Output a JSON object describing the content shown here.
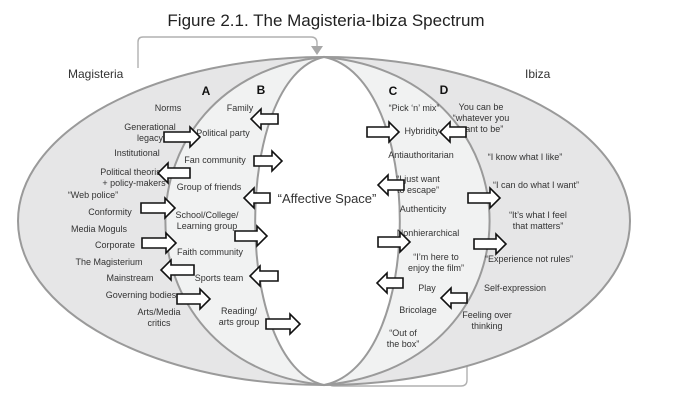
{
  "figure": {
    "title": "Figure 2.1. The Magisteria-Ibiza Spectrum",
    "left_pole": "Magisteria",
    "right_pole": "Ibiza",
    "center_label": "“Affective Space”",
    "zones": {
      "a": "A",
      "b": "B",
      "c": "C",
      "d": "D"
    },
    "colors": {
      "outer_fill": "#e6e6e7",
      "inner_band_fill": "#f1f2f2",
      "center_fill": "#ffffff",
      "outline": "#9a9a9a",
      "cycle_arrow": "#b0b0b0"
    },
    "zone_a_items": [
      [
        "Norms"
      ],
      [
        "Generational",
        "legacy"
      ],
      [
        "Institutional"
      ],
      [
        "Political theorists",
        "+ policy-makers"
      ],
      [
        "“Web police”"
      ],
      [
        "Conformity"
      ],
      [
        "Media Moguls"
      ],
      [
        "Corporate"
      ],
      [
        "The Magisterium"
      ],
      [
        "Mainstream"
      ],
      [
        "Governing bodies"
      ],
      [
        "Arts/Media",
        "critics"
      ]
    ],
    "zone_b_items": [
      [
        "Family"
      ],
      [
        "Political party"
      ],
      [
        "Fan community"
      ],
      [
        "Group of friends"
      ],
      [
        "School/College/",
        "Learning group"
      ],
      [
        "Faith community"
      ],
      [
        "Sports team"
      ],
      [
        "Reading/",
        "arts group"
      ]
    ],
    "zone_c_items": [
      [
        "“Pick ‘n’ mix”"
      ],
      [
        "Hybridity"
      ],
      [
        "Antiauthoritarian"
      ],
      [
        "“I just want",
        "to escape”"
      ],
      [
        "Authenticity"
      ],
      [
        "Nonhierarchical"
      ],
      [
        "“I’m here to",
        "enjoy the film”"
      ],
      [
        "Play"
      ],
      [
        "Bricolage"
      ],
      [
        "“Out of",
        "the box”"
      ]
    ],
    "zone_d_items": [
      [
        "You can be",
        "“whatever you",
        "want to be”"
      ],
      [
        "“I know what I like”"
      ],
      [
        "“I can do what I want”"
      ],
      [
        "“It’s what I feel",
        "that matters”"
      ],
      [
        "“Experience not rules”"
      ],
      [
        "Self-expression"
      ],
      [
        "Feeling over",
        "thinking"
      ]
    ],
    "arrows": [
      {
        "between": "Generational legacy → Political party",
        "direction": "right"
      },
      {
        "between": "Political theorists ← Fan community",
        "direction": "left"
      },
      {
        "between": "Conformity → School/College",
        "direction": "right"
      },
      {
        "between": "Corporate → Faith community",
        "direction": "right"
      },
      {
        "between": "Mainstream ← Sports team",
        "direction": "left"
      },
      {
        "between": "Governing bodies → Reading/arts group",
        "direction": "right"
      },
      {
        "between": "Family ← Affective Space",
        "direction": "left"
      },
      {
        "between": "Fan community → Affective Space",
        "direction": "right"
      },
      {
        "between": "Group of friends ← Affective Space",
        "direction": "left"
      },
      {
        "between": "Learning group → Affective Space",
        "direction": "right"
      },
      {
        "between": "Sports team ← Affective Space",
        "direction": "left"
      },
      {
        "between": "Reading/arts group → Affective Space",
        "direction": "right"
      },
      {
        "between": "Affective Space → Hybridity",
        "direction": "right"
      },
      {
        "between": "Affective Space ← I just want to escape",
        "direction": "left"
      },
      {
        "between": "Affective Space → Nonhierarchical",
        "direction": "right"
      },
      {
        "between": "Affective Space ← Play",
        "direction": "left"
      },
      {
        "between": "Hybridity ← whatever you want to be",
        "direction": "left"
      },
      {
        "between": "Authenticity → I can do what I want",
        "direction": "right"
      },
      {
        "between": "Nonhierarchical → Experience not rules",
        "direction": "right"
      },
      {
        "between": "Play ← Self-expression",
        "direction": "left"
      }
    ]
  }
}
